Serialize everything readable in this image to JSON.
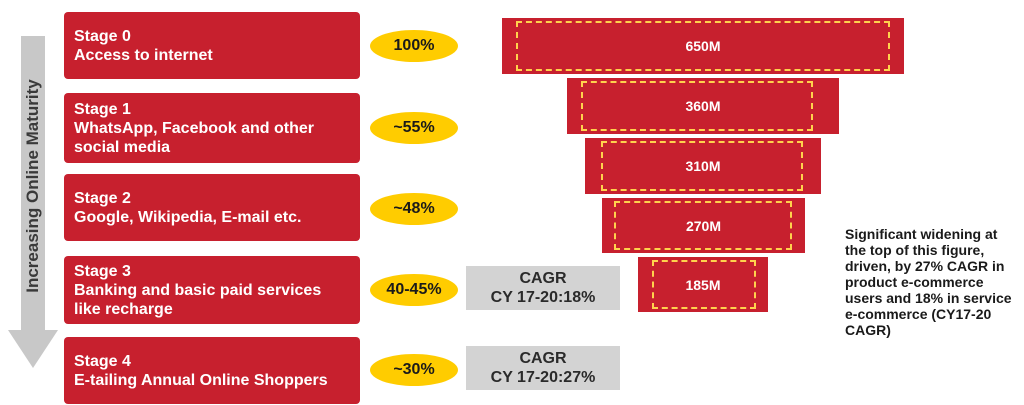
{
  "axis_label": "Increasing Online Maturity",
  "stages": [
    {
      "title": "Stage 0",
      "desc": "Access to internet",
      "pct": "100%",
      "funnel": "650M"
    },
    {
      "title": "Stage 1",
      "desc": "WhatsApp, Facebook and other social media",
      "pct": "~55%",
      "funnel": "360M"
    },
    {
      "title": "Stage 2",
      "desc": "Google, Wikipedia, E-mail etc.",
      "pct": "~48%",
      "funnel": "310M"
    },
    {
      "title": "Stage 3",
      "desc": "Banking and basic paid services like recharge",
      "pct": "40-45%",
      "funnel": "270M"
    },
    {
      "title": "Stage 4",
      "desc": "E-tailing Annual Online Shoppers",
      "pct": "~30%",
      "funnel": "185M"
    }
  ],
  "cagr_boxes": [
    {
      "line1": "CAGR",
      "line2": "CY 17-20:18%"
    },
    {
      "line1": "CAGR",
      "line2": "CY 17-20:27%"
    }
  ],
  "note": "Significant widening at the top of this figure, driven, by 27% CAGR in product e-commerce users and 18% in service e-commerce (CY17-20 CAGR)",
  "colors": {
    "stage": "#c7202e",
    "pct": "#ffcc00",
    "cagr": "#d3d3d3",
    "arrow": "#c8c8c8",
    "dash": "#ffd24d"
  }
}
